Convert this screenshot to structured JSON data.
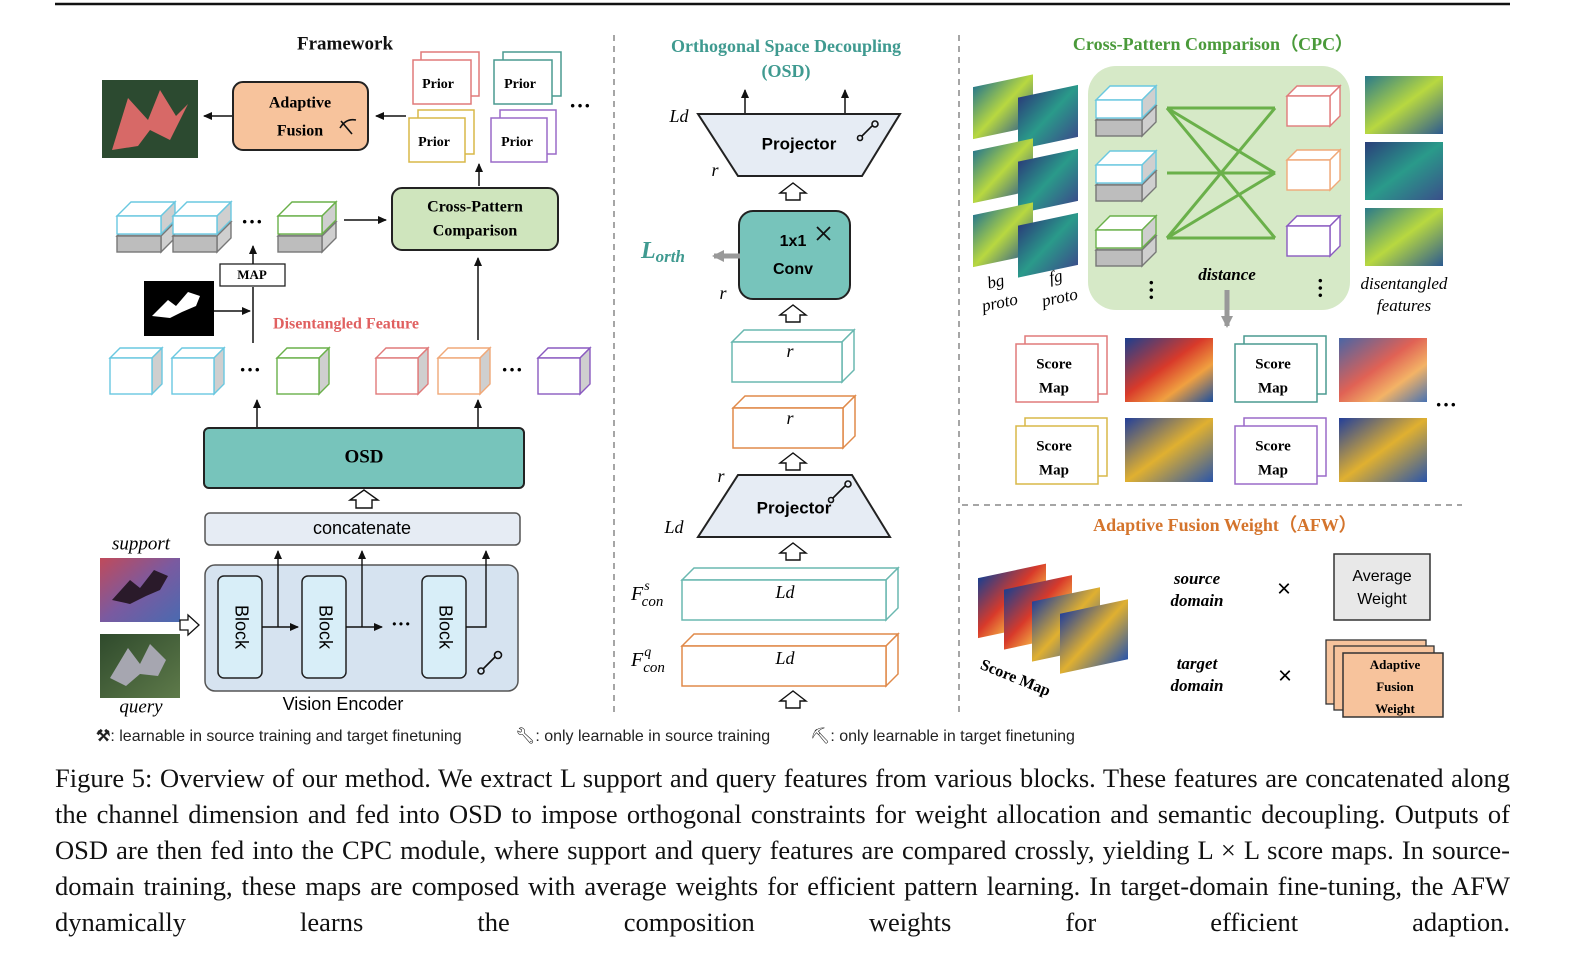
{
  "framework": {
    "title": "Framework",
    "adaptive_fusion_line1": "Adaptive",
    "adaptive_fusion_line2": "Fusion",
    "prior_label": "Prior",
    "cross_pattern_line1": "Cross-Pattern",
    "cross_pattern_line2": "Comparison",
    "map_label": "MAP",
    "disentangled_feature": "Disentangled Feature",
    "osd_label": "OSD",
    "concatenate_label": "concatenate",
    "block_label": "Block",
    "vision_encoder_label": "Vision Encoder",
    "support_label": "support",
    "query_label": "query",
    "ellipsis": "···"
  },
  "osd_panel": {
    "title_line1": "Orthogonal Space Decoupling",
    "title_line2": "(OSD)",
    "projector_label": "Projector",
    "conv_line1": "1x1",
    "conv_line2": "Conv",
    "l_orth_main": "L",
    "l_orth_sub": "orth",
    "ld_label": "Ld",
    "r_label": "r",
    "f_con_s": "F",
    "f_sup_s": "s",
    "f_sub_con": "con",
    "f_sup_q": "q"
  },
  "cpc_panel": {
    "title": "Cross-Pattern Comparison（CPC）",
    "bg_proto_line1": "bg",
    "bg_proto_line2": "proto",
    "fg_proto_line1": "fg",
    "fg_proto_line2": "proto",
    "distance_label": "distance",
    "disentangled_line1": "disentangled",
    "disentangled_line2": "features",
    "score_line1": "Score",
    "score_line2": "Map"
  },
  "afw_panel": {
    "title": "Adaptive Fusion Weight（AFW）",
    "source_line1": "source",
    "source_line2": "domain",
    "target_line1": "target",
    "target_line2": "domain",
    "times": "×",
    "avg_line1": "Average",
    "avg_line2": "Weight",
    "afw_line1": "Adaptive",
    "afw_line2": "Fusion",
    "afw_line3": "Weight",
    "score_map_label": "Score Map"
  },
  "legend": {
    "item1": ": learnable in source training and target finetuning",
    "item2": ": only learnable in source training",
    "item3": ": only learnable in target finetuning"
  },
  "caption": {
    "text": "Figure 5: Overview of our method.  We extract L support and query features from various blocks.  These features are concatenated along the channel dimension and fed into OSD to impose orthogonal constraints for weight allocation and semantic decoupling. Outputs of OSD are then fed into the CPC module, where support and query features are compared crossly, yielding L × L score maps. In source-domain training, these maps are composed with average weights for efficient pattern learning. In target-domain fine-tuning, the AFW dynamically learns the composition weights for efficient adaption."
  },
  "colors": {
    "teal": "#77c4bb",
    "teal_title": "#3f9a90",
    "green_title": "#4a9a3a",
    "orange_title": "#d4742c",
    "red_label": "#e06060",
    "adaptive_fill": "#f7c39c",
    "cpc_fill": "#cfe5bd",
    "concat_fill": "#e6ecf4",
    "encoder_fill": "#d6e3f0"
  }
}
